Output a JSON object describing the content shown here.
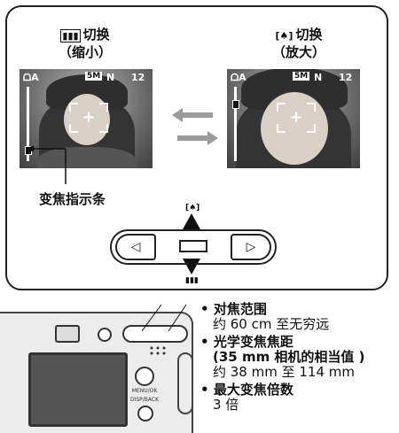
{
  "panel": {
    "left_heading": {
      "line1": "切换",
      "line2": "（缩小）",
      "icon": "wide-zoom-icon"
    },
    "right_heading": {
      "line1": "切换",
      "line2": "（放大）",
      "icon": "tele-zoom-icon"
    },
    "photo_left": {
      "mode_icon": "auto-mode-icon",
      "quality": "5M",
      "size_letter": "N",
      "count": "12",
      "zoom_level": 0.1
    },
    "photo_right": {
      "mode_icon": "auto-mode-icon",
      "quality": "5M",
      "size_letter": "N",
      "count": "12",
      "zoom_level": 0.8
    },
    "callout_label": "变焦指示条",
    "arrows": {
      "top_direction": "left",
      "bottom_direction": "right"
    },
    "controller": {
      "left_symbol": "◁",
      "right_symbol": "▷",
      "up_icon": "tele-zoom-icon",
      "down_icon": "wide-zoom-icon"
    }
  },
  "camera": {
    "labels": {
      "menu": "MENU/OK",
      "disp": "DISP/BACK"
    }
  },
  "specs": [
    {
      "title": "对焦范围",
      "lines": [
        "约 60 cm 至无穷远"
      ]
    },
    {
      "title": "光学变焦焦距",
      "lines": [
        "(35 mm 相机的相当值 )",
        "约 38 mm 至 114 mm"
      ]
    },
    {
      "title": "最大变焦倍数",
      "lines": [
        "3 倍"
      ]
    }
  ],
  "colors": {
    "ink": "#111111",
    "arrow_gray": "#9a9a9a",
    "photo_dark": "#3f3f3f"
  }
}
